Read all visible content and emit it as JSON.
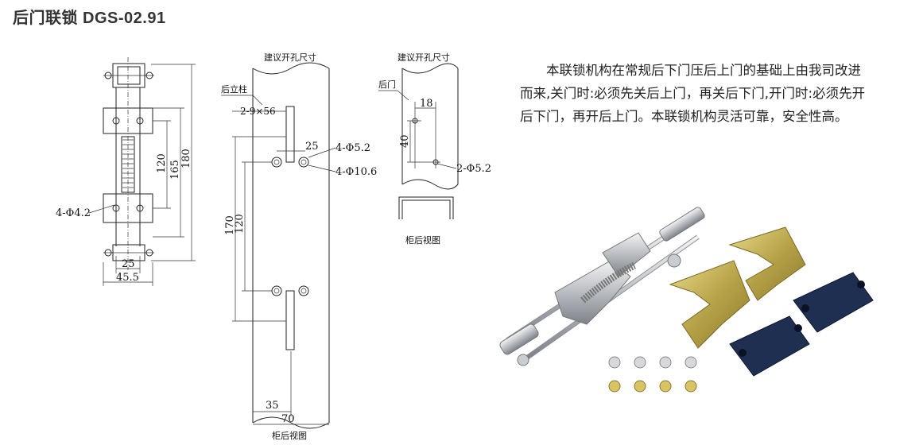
{
  "title": "后门联锁 DGS-02.91",
  "description": "本联锁机构在常规后下门压后上门的基础上由我司改进而来,关门时:必须先关后上门，再关后下门,开门时:必须先开后下门，再开后上门。本联锁机构灵活可靠，安全性高。",
  "drawing1": {
    "hole_label": "4-Φ4.2",
    "dim_120": "120",
    "dim_165": "165",
    "dim_180": "180",
    "dim_25": "25",
    "dim_45_5": "45.5"
  },
  "drawing2": {
    "header": "建议开孔尺寸",
    "post_label": "后立柱",
    "slot_label": "2-9×56",
    "dim_25": "25",
    "hole_small": "4-Φ5.2",
    "hole_large": "4-Φ10.6",
    "dim_170": "170",
    "dim_120": "120",
    "dim_35": "35",
    "dim_70": "70",
    "footer": "柜后视图"
  },
  "drawing3": {
    "header": "建议开孔尺寸",
    "door_label": "后门",
    "dim_18": "18",
    "dim_40": "40",
    "hole_label": "2-Φ5.2",
    "footer": "柜后视图"
  }
}
